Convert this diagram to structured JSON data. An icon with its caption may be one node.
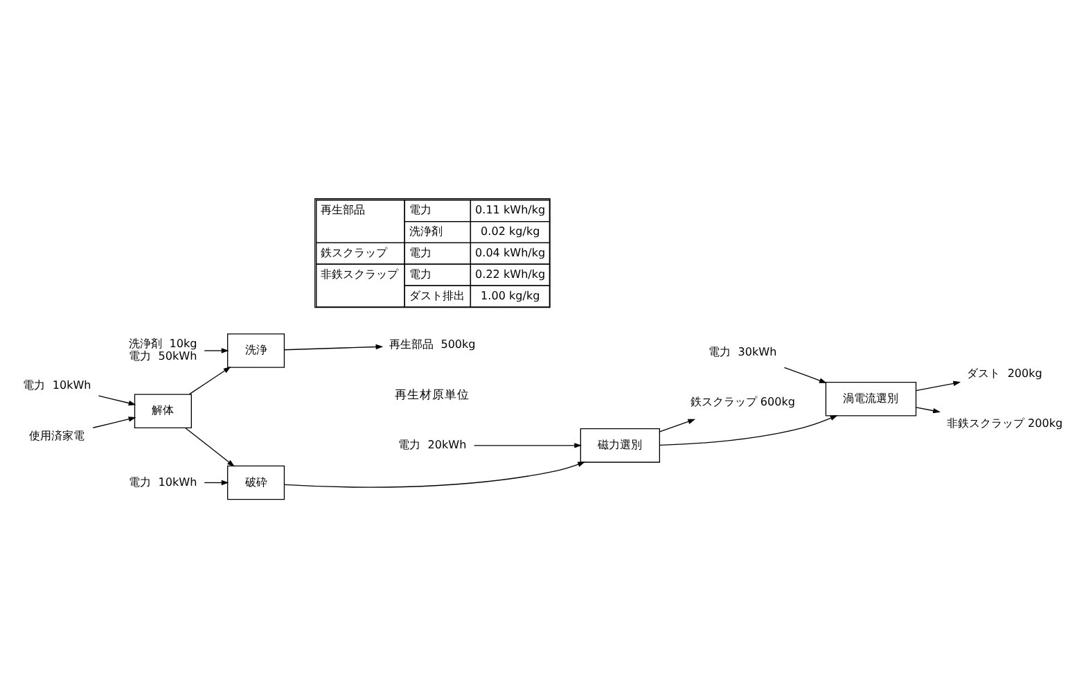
{
  "diagram": {
    "nodes": [
      {
        "text": [
          "洗浄剤  10kg",
          "電力  50kWh"
        ]
      },
      {
        "text": [
          "洗浄"
        ]
      },
      {
        "text": [
          "再生部品  500kg"
        ]
      },
      {
        "text": [
          "電力  10kWh"
        ]
      },
      {
        "text": [
          "使用済家電"
        ]
      },
      {
        "text": [
          "解体"
        ]
      },
      {
        "text": [
          "電力  10kWh"
        ]
      },
      {
        "text": [
          "電力  20kWh"
        ]
      },
      {
        "text": [
          "電力  30kWh"
        ]
      },
      {
        "text": [
          "破砕"
        ]
      },
      {
        "text": [
          "磁力選別"
        ]
      },
      {
        "text": [
          "渦電流選別"
        ]
      },
      {
        "text": [
          "ダスト  200kg"
        ]
      },
      {
        "text": [
          "非鉄スクラップ 200kg"
        ]
      },
      {
        "text": [
          "鉄スクラップ 600kg"
        ]
      }
    ],
    "edges": [
      {
        "from": 0,
        "to": 1,
        "arrow": "to"
      },
      {
        "from": 1,
        "to": 2,
        "arrow": "to"
      },
      {
        "from": 3,
        "to": 5,
        "arrow": "to"
      },
      {
        "from": 4,
        "to": 5,
        "arrow": "to"
      },
      {
        "from": 5,
        "to": 1,
        "arrow": "to"
      },
      {
        "from": 5,
        "to": 9,
        "arrow": "to"
      },
      {
        "from": 6,
        "to": 9,
        "arrow": "to"
      },
      {
        "from": 7,
        "to": 10,
        "arrow": "to"
      },
      {
        "from": 8,
        "to": 11,
        "arrow": "to"
      },
      {
        "from": 9,
        "to": 10,
        "arrow": "to"
      },
      {
        "from": 10,
        "to": 11,
        "arrow": "to"
      },
      {
        "from": 11,
        "to": 12,
        "arrow": "to"
      },
      {
        "from": 11,
        "to": 13,
        "arrow": "to"
      },
      {
        "from": 10,
        "to": 14,
        "arrow": "to"
      }
    ],
    "labels": [
      "再生材原単位",
      "再生部品",
      "電力",
      "0.11 kWh/kg",
      "洗浄剤",
      "0.02 kg/kg",
      "鉄スクラップ",
      "電力",
      "0.04 kWh/kg",
      "非鉄スクラップ",
      "電力",
      "0.22 kWh/kg",
      "ダスト排出",
      "1.00 kg/kg"
    ]
  }
}
